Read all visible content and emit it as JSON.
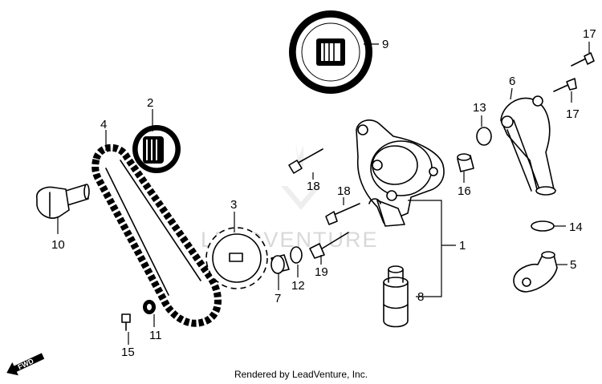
{
  "watermark": "LEADVENTURE",
  "credit": "Rendered by LeadVenture, Inc.",
  "direction_arrow": "FWD",
  "callouts": {
    "c1": "1",
    "c2": "2",
    "c3": "3",
    "c4": "4",
    "c5": "5",
    "c6": "6",
    "c7": "7",
    "c8": "8",
    "c9": "9",
    "c10": "10",
    "c11": "11",
    "c12": "12",
    "c13": "13",
    "c14": "14",
    "c15": "15",
    "c16": "16",
    "c17a": "17",
    "c17b": "17",
    "c18a": "18",
    "c18b": "18",
    "c19": "19"
  }
}
